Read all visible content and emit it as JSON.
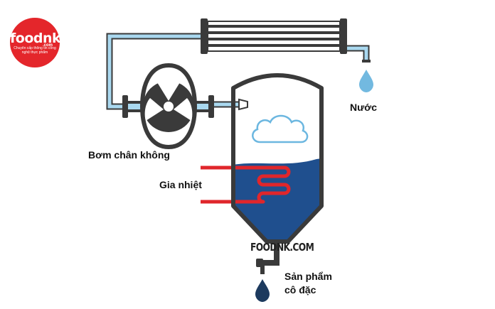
{
  "logo": {
    "main_text": "foodnk",
    "sub_text": "Chuyên cấp thông tin công nghệ thực phẩm",
    "domain": ".com"
  },
  "labels": {
    "water": "Nước",
    "vacuum_pump": "Bơm chân không",
    "heating": "Gia nhiệt",
    "product_line1": "Sản phẩm",
    "product_line2": "cô đặc"
  },
  "watermark": "FOODNK.COM",
  "colors": {
    "pipe_fill": "#a9d8ef",
    "outline": "#3a3a3a",
    "liquid": "#1f4f8e",
    "heating_coil": "#e0262b",
    "logo_red": "#e4262b",
    "drop_water": "#72b9e0",
    "drop_product": "#1d3a5e"
  }
}
